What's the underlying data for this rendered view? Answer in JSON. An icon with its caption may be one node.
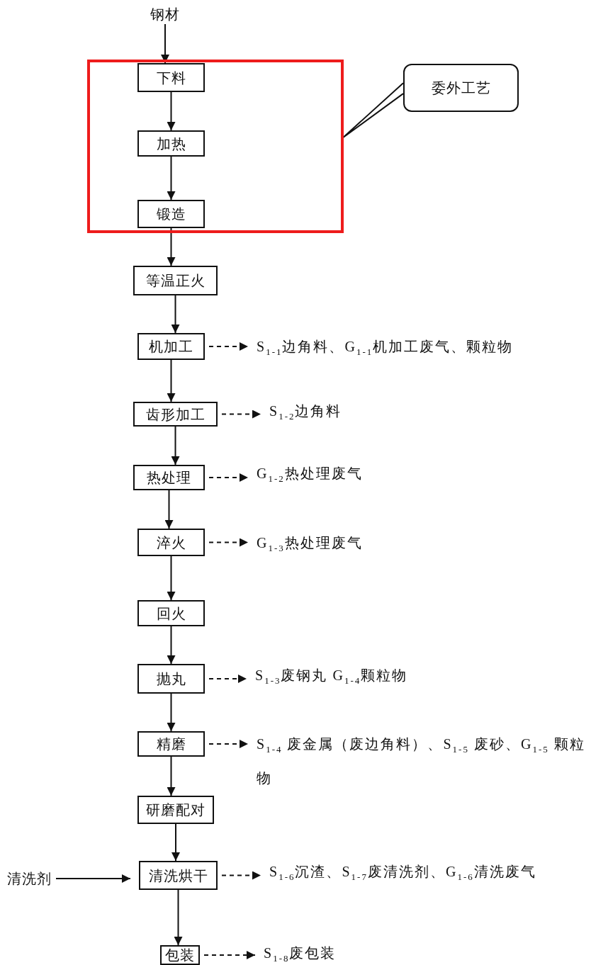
{
  "diagram": {
    "nodes": [
      {
        "text": [
          "钢材"
        ]
      },
      {
        "text": [],
        "shape": "box"
      },
      {
        "text": [
          "下料"
        ],
        "in": 1
      },
      {
        "text": [
          "加热"
        ],
        "in": 1
      },
      {
        "text": [
          "锻造"
        ],
        "in": 1
      },
      {
        "text": [
          "委外工艺"
        ]
      },
      {
        "text": [
          "等温正火"
        ]
      },
      {
        "text": [
          "机加工"
        ]
      },
      {
        "text": [
          "S$_{1-1}$边角料、G$_{1-1}$机加工废气、颗粒物"
        ]
      },
      {
        "text": [
          "齿形加工"
        ]
      },
      {
        "text": [
          "S$_{1-2}$边角料"
        ]
      },
      {
        "text": [
          "热处理"
        ]
      },
      {
        "text": [
          "G$_{1-2}$热处理废气"
        ]
      },
      {
        "text": [
          "淬火"
        ]
      },
      {
        "text": [
          "G$_{1-3}$热处理废气"
        ]
      },
      {
        "text": [
          "回火"
        ]
      },
      {
        "text": [
          "抛丸"
        ]
      },
      {
        "text": [
          "S$_{1-3}$废钢丸 G$_{1-4}$颗粒物"
        ]
      },
      {
        "text": [
          "精磨"
        ]
      },
      {
        "text": [
          "S$_{1-4}$ 废金属（废边角料）、S$_{1-5}$ 废砂、G$_{1-5}$ 颗粒物"
        ]
      },
      {
        "text": [
          "研磨配对"
        ]
      },
      {
        "text": [
          "清洗剂"
        ]
      },
      {
        "text": [
          "清洗烘干"
        ]
      },
      {
        "text": [
          "S$_{1-6}$沉渣、S$_{1-7}$废清洗剂、G$_{1-6}$清洗废气"
        ]
      },
      {
        "text": [
          "包装"
        ]
      },
      {
        "text": [
          "S$_{1-8}$废包装"
        ]
      }
    ],
    "edges": [
      {
        "from": 0,
        "to": 2,
        "arrow": "to"
      },
      {
        "from": 2,
        "to": 3,
        "arrow": "to"
      },
      {
        "from": 3,
        "to": 4,
        "arrow": "to"
      },
      {
        "from": 5,
        "to": 1,
        "arrow": "none"
      },
      {
        "from": 4,
        "to": 6,
        "arrow": "to"
      },
      {
        "from": 6,
        "to": 7,
        "arrow": "to"
      },
      {
        "from": 7,
        "to": 8,
        "arrow": "to",
        "style": "dashed"
      },
      {
        "from": 7,
        "to": 9,
        "arrow": "to"
      },
      {
        "from": 9,
        "to": 10,
        "arrow": "to",
        "style": "dashed"
      },
      {
        "from": 9,
        "to": 11,
        "arrow": "to"
      },
      {
        "from": 11,
        "to": 12,
        "arrow": "to",
        "style": "dashed"
      },
      {
        "from": 11,
        "to": 13,
        "arrow": "to"
      },
      {
        "from": 13,
        "to": 14,
        "arrow": "to",
        "style": "dashed"
      },
      {
        "from": 13,
        "to": 15,
        "arrow": "to"
      },
      {
        "from": 15,
        "to": 16,
        "arrow": "to"
      },
      {
        "from": 16,
        "to": 17,
        "arrow": "to",
        "style": "dashed"
      },
      {
        "from": 16,
        "to": 18,
        "arrow": "to"
      },
      {
        "from": 18,
        "to": 19,
        "arrow": "to",
        "style": "dashed"
      },
      {
        "from": 18,
        "to": 20,
        "arrow": "to"
      },
      {
        "from": 20,
        "to": 22,
        "arrow": "to"
      },
      {
        "from": 21,
        "to": 22,
        "arrow": "to"
      },
      {
        "from": 22,
        "to": 23,
        "arrow": "to",
        "style": "dashed"
      },
      {
        "from": 22,
        "to": 24,
        "arrow": "to"
      },
      {
        "from": 24,
        "to": 25,
        "arrow": "to",
        "style": "dashed"
      }
    ]
  }
}
